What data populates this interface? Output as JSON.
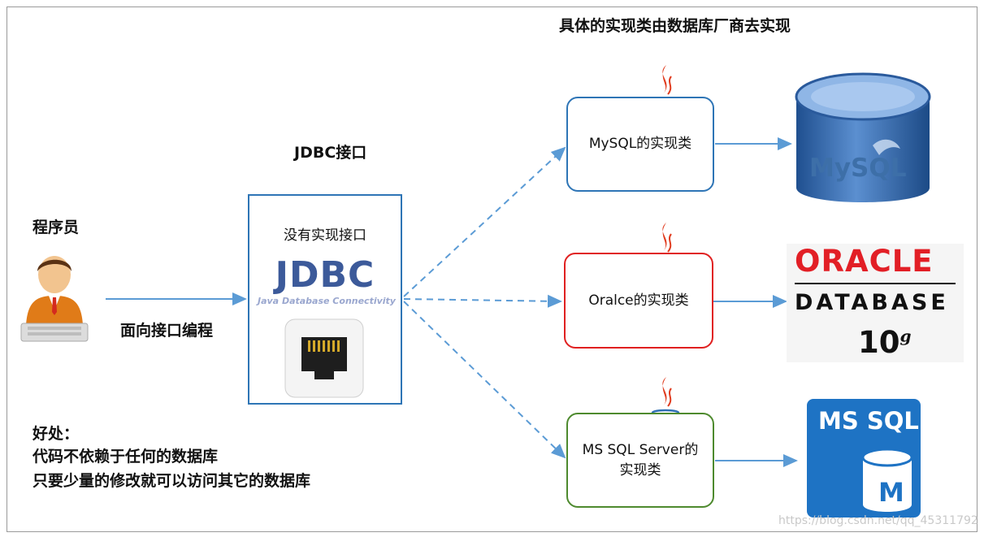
{
  "vendor_heading": "具体的实现类由数据库厂商去实现",
  "jdbc_interface_title": "JDBC接口",
  "programmer": {
    "label": "程序员",
    "arrow_label": "面向接口编程"
  },
  "jdbc_box": {
    "caption": "没有实现接口",
    "logo_text": "JDBC",
    "logo_subtext": "Java Database Connectivity"
  },
  "implementations": [
    {
      "label_lines": [
        "MySQL的实现类"
      ],
      "border_color": "#2e75b6"
    },
    {
      "label_lines": [
        "Oralce的实现类"
      ],
      "border_color": "#e02020"
    },
    {
      "label_lines": [
        "MS SQL Server的",
        "实现类"
      ],
      "border_color": "#4e8a2e"
    }
  ],
  "databases": {
    "mysql_logo": "MySQL",
    "oracle_logo": "ORACLE",
    "oracle_database": "DATABASE",
    "oracle_version": "10",
    "oracle_version_sup": "g",
    "mssql_logo": "MS SQL",
    "mssql_letter": "M"
  },
  "benefits": {
    "title": "好处：",
    "items": [
      "代码不依赖于任何的数据库",
      "只要少量的修改就可以访问其它的数据库"
    ]
  },
  "watermark": "https://blog.csdn.net/qq_45311792",
  "colors": {
    "arrow_blue": "#5b9bd5",
    "frame": "#9a9a9a",
    "jdbc_blue": "#2e75b6"
  }
}
